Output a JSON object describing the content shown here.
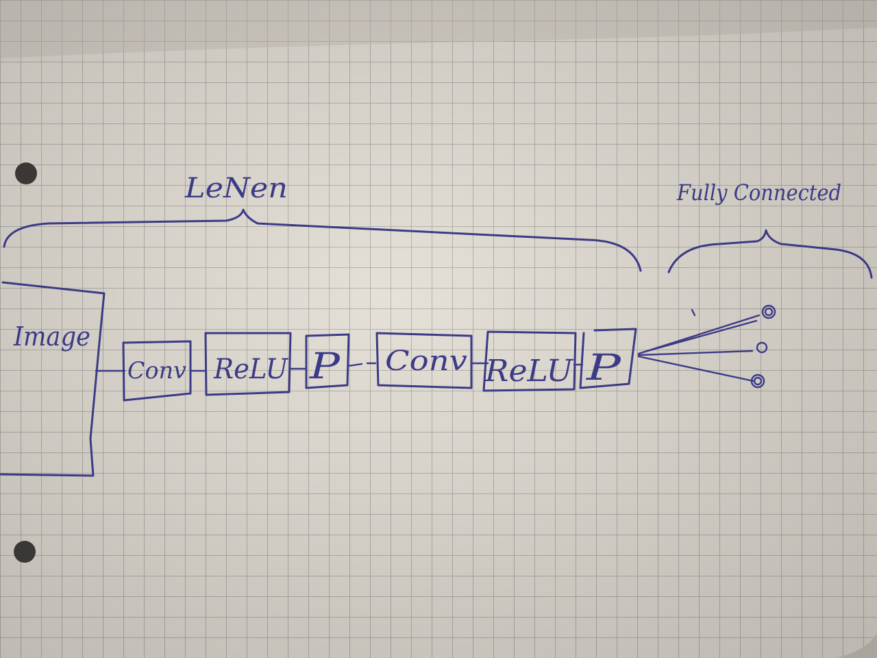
{
  "colors": {
    "paper": "#e6e1d8",
    "grid": "#9e9a95",
    "ink": "#3b3a86",
    "hole": "#3a3735"
  },
  "labels": {
    "lenet_brace": "LeNen",
    "fc_brace": "Fully Connected",
    "input": "Image",
    "conv1": "Conv",
    "relu1": "ReLU",
    "pool1": "P",
    "conv2": "Conv",
    "relu2": "ReLU",
    "pool2": "P"
  }
}
